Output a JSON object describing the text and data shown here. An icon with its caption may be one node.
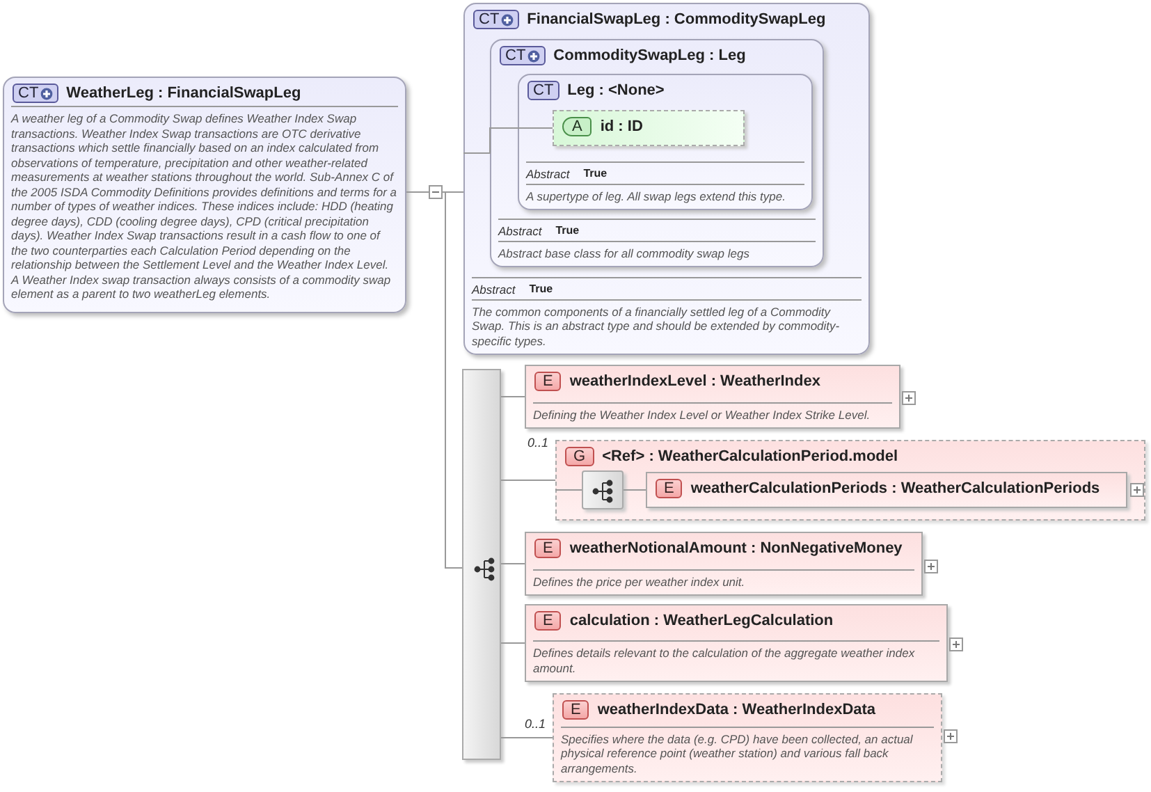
{
  "diagram": {
    "nodes": [
      {
        "text": [
          "CT",
          "WeatherLeg : FinancialSwapLeg",
          "A weather leg of a Commodity Swap defines Weather Index Swap transactions. Weather Index Swap transactions are OTC derivative transactions which settle financially based on an index calculated from observations of temperature, precipitation and other weather-related measurements at weather stations throughout the world. Sub-Annex C of the 2005 ISDA Commodity Definitions provides definitions and terms for a number of types of weather indices. These indices include: HDD (heating degree days), CDD (cooling degree days), CPD (critical precipitation days). Weather Index Swap transactions result in a cash flow to one of the two counterparties each Calculation Period depending on the relationship between the Settlement Level and the Weather Index Level. A Weather Index swap transaction always consists of a commodity swap element as a parent to two weatherLeg elements."
        ]
      },
      {
        "text": [
          "CT",
          "FinancialSwapLeg : CommoditySwapLeg",
          "Abstract",
          "True",
          "The common components of a financially settled leg of a Commodity Swap. This is an abstract type and should be extended by commodity-specific types."
        ]
      },
      {
        "text": [
          "CT",
          "CommoditySwapLeg : Leg",
          "Abstract",
          "True",
          "Abstract base class for all commodity swap legs"
        ],
        "in": 1
      },
      {
        "text": [
          "CT",
          "Leg : <None>",
          "Abstract",
          "True",
          "A supertype of leg. All swap legs extend this type."
        ],
        "in": 2
      },
      {
        "text": [
          "A",
          "id : ID"
        ],
        "in": 3
      },
      {
        "text": [],
        "shape": "bar"
      },
      {
        "text": [
          "E",
          "weatherIndexLevel : WeatherIndex",
          "Defining the Weather Index Level or Weather Index Strike Level."
        ]
      },
      {
        "text": [
          "G",
          "<Ref> : WeatherCalculationPeriod.model"
        ],
        "beside": [
          "0..1"
        ]
      },
      {
        "text": [],
        "shape": "box",
        "in": 7
      },
      {
        "text": [
          "E",
          "weatherCalculationPeriods : WeatherCalculationPeriods"
        ],
        "in": 7
      },
      {
        "text": [
          "E",
          "weatherNotionalAmount : NonNegativeMoney",
          "Defines the price per weather index unit."
        ]
      },
      {
        "text": [
          "E",
          "calculation : WeatherLegCalculation",
          "Defines details relevant to the calculation of the aggregate weather index amount."
        ]
      },
      {
        "text": [
          "E",
          "weatherIndexData : WeatherIndexData",
          "Specifies where the data (e.g. CPD) have been collected, an actual physical reference point (weather station) and various fall back arrangements."
        ],
        "beside": [
          "0..1"
        ]
      }
    ],
    "edges": [
      {
        "from": 0,
        "to": 1,
        "arrow": "none"
      },
      {
        "from": 0,
        "to": 5,
        "arrow": "none"
      },
      {
        "from": 1,
        "to": 4,
        "arrow": "none"
      },
      {
        "from": 5,
        "to": 6,
        "arrow": "none"
      },
      {
        "from": 5,
        "to": 7,
        "arrow": "none"
      },
      {
        "from": 5,
        "to": 10,
        "arrow": "none"
      },
      {
        "from": 5,
        "to": 11,
        "arrow": "none"
      },
      {
        "from": 5,
        "to": 12,
        "arrow": "none"
      },
      {
        "from": 7,
        "to": 8,
        "arrow": "none"
      },
      {
        "from": 8,
        "to": 9,
        "arrow": "none"
      }
    ]
  }
}
